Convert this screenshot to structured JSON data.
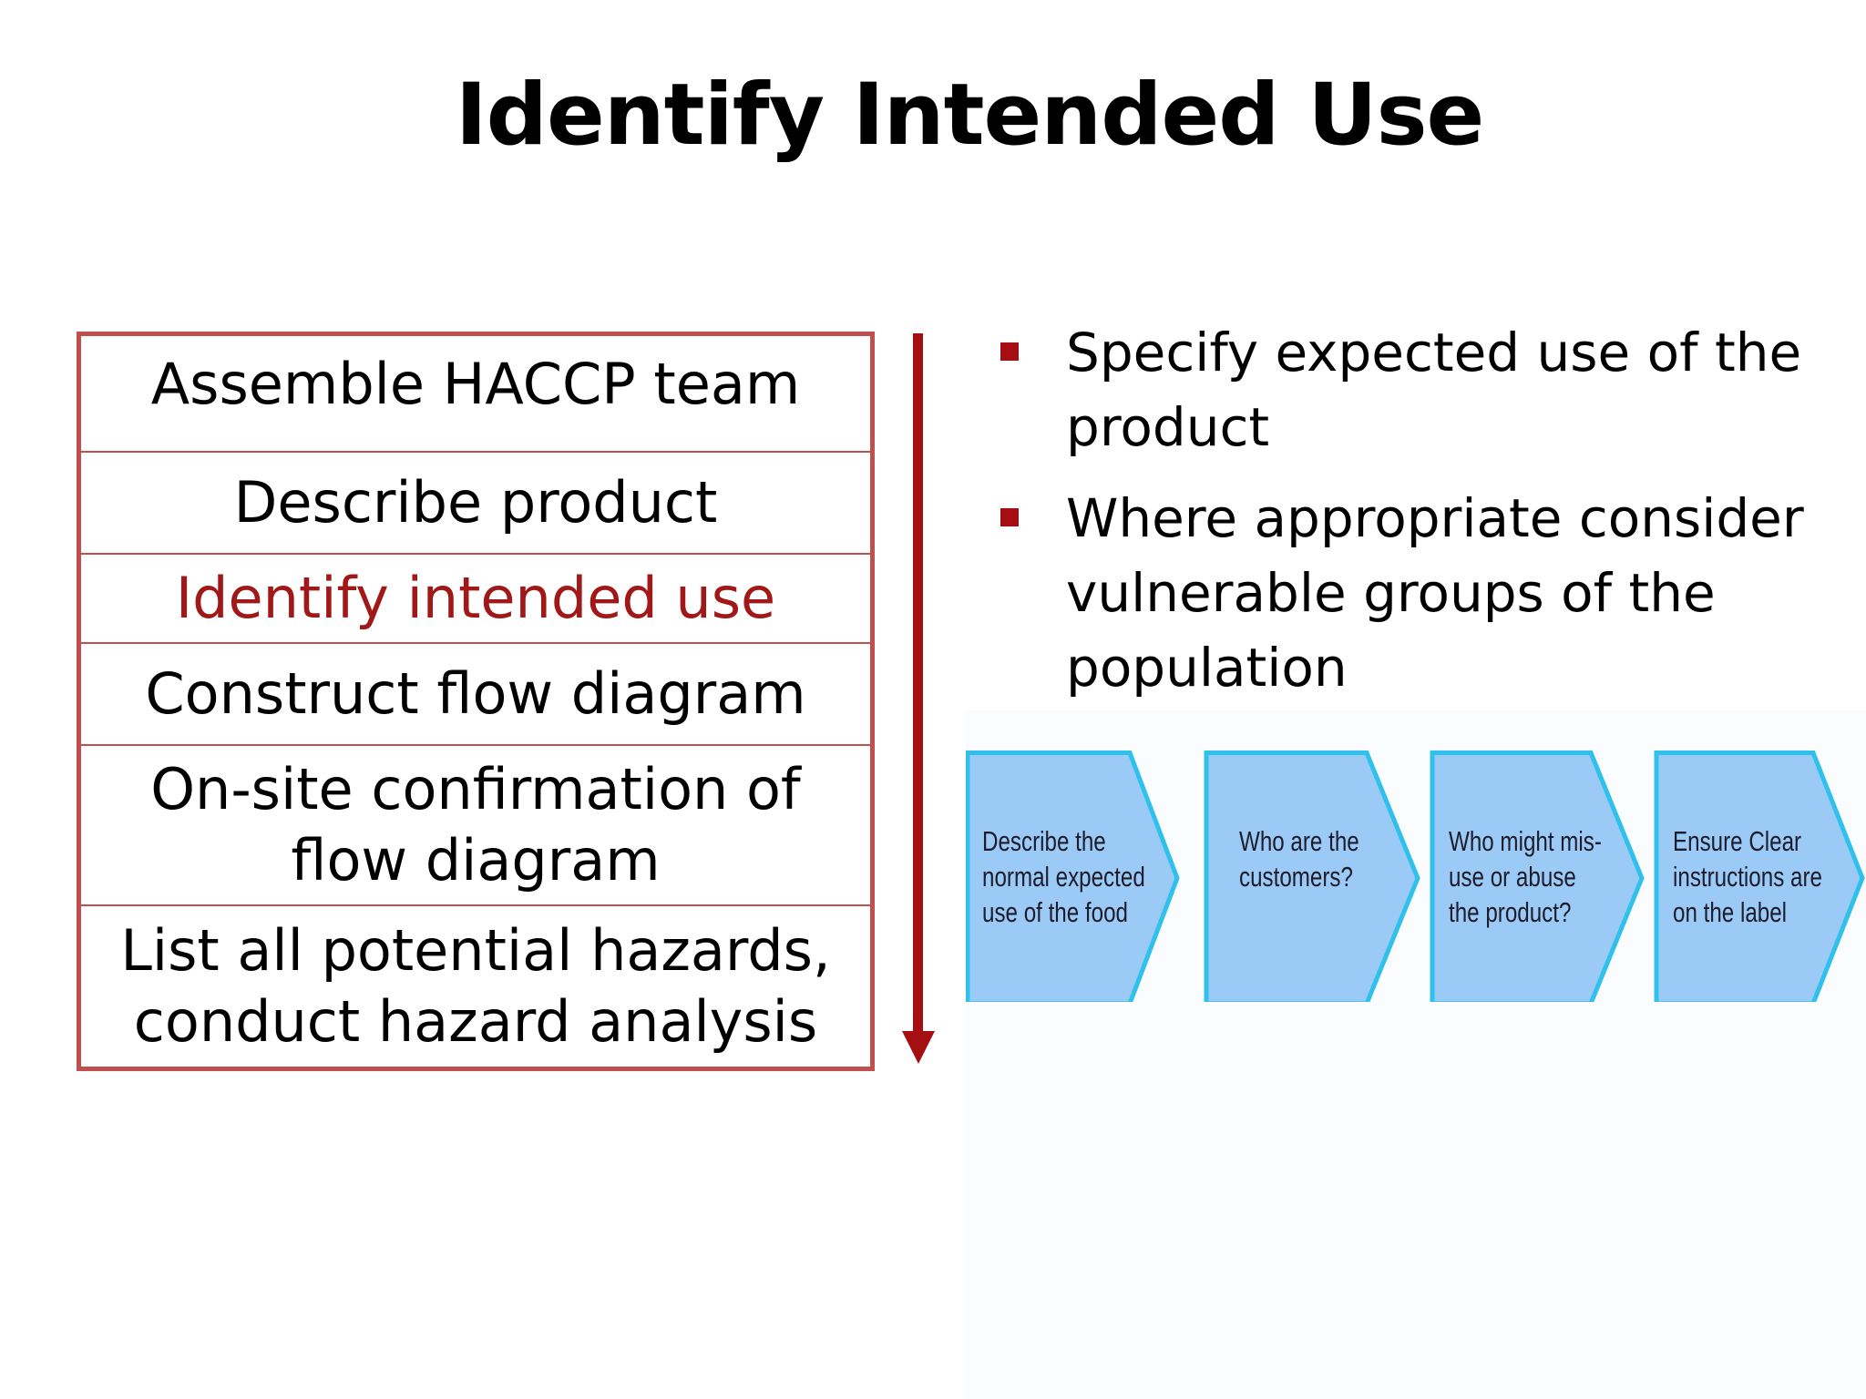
{
  "slide": {
    "title": "Identify Intended Use"
  },
  "steps": [
    {
      "label": "Assemble HACCP team",
      "active": false
    },
    {
      "label": "Describe product",
      "active": false
    },
    {
      "label": "Identify intended use",
      "active": true
    },
    {
      "label": "Construct flow diagram",
      "active": false
    },
    {
      "label": "On-site confirmation of flow diagram",
      "active": false
    },
    {
      "label": "List all potential hazards, conduct hazard analysis",
      "active": false
    }
  ],
  "bullets": [
    "Specify expected use of the product",
    "Where appropriate consider vulnerable groups of the population"
  ],
  "process": [
    "Describe the\nnormal expected\nuse of the food",
    "Who are the\ncustomers?",
    "Who might mis-\nuse or abuse\nthe product?",
    "Ensure Clear\ninstructions are\non the label"
  ],
  "colors": {
    "accent": "#a50f14",
    "table_border": "#c0504d",
    "active_text": "#a01818",
    "chevron_fill": "#9ccaf7",
    "chevron_stroke": "#2fc1ec"
  }
}
